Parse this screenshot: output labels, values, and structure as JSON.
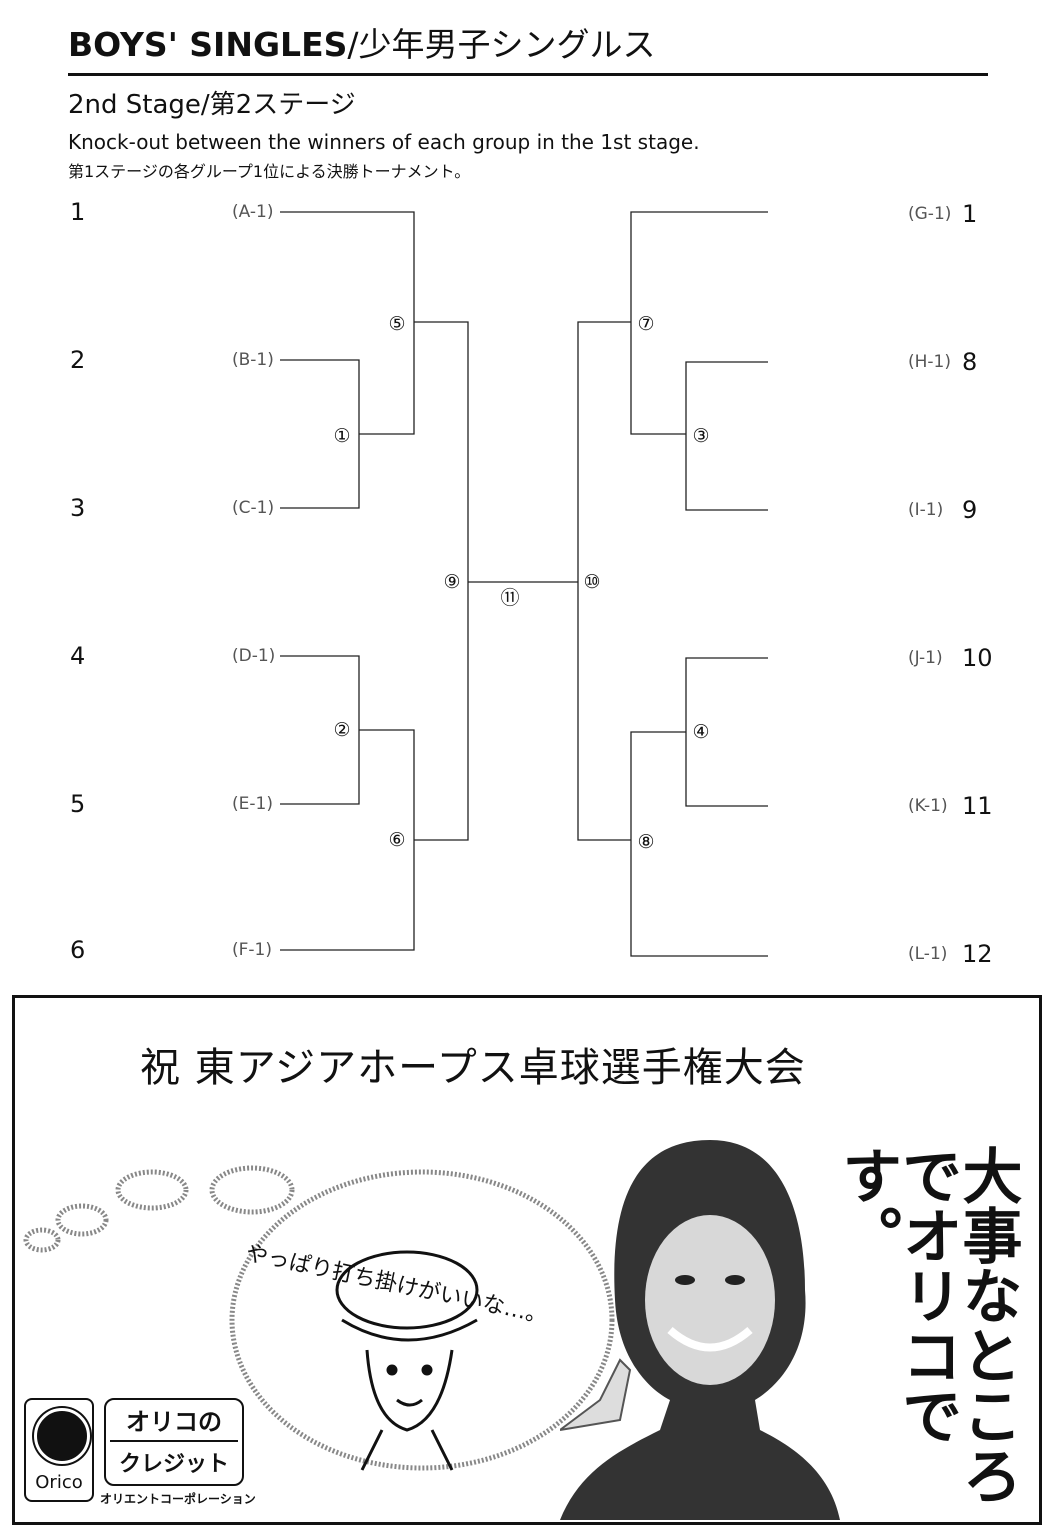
{
  "header": {
    "title_en": "BOYS' SINGLES",
    "title_jp": "/少年男子シングルス",
    "stage": "2nd Stage/第2ステージ",
    "description_en": "Knock-out between the winners of each group in the 1st stage.",
    "description_jp": "第1ステージの各グループ1位による決勝トーナメント。"
  },
  "bracket": {
    "left_entries": [
      {
        "seed": "1",
        "group": "(A-1)"
      },
      {
        "seed": "2",
        "group": "(B-1)"
      },
      {
        "seed": "3",
        "group": "(C-1)"
      },
      {
        "seed": "4",
        "group": "(D-1)"
      },
      {
        "seed": "5",
        "group": "(E-1)"
      },
      {
        "seed": "6",
        "group": "(F-1)"
      }
    ],
    "right_entries": [
      {
        "group": "(G-1)",
        "seed": "1"
      },
      {
        "group": "(H-1)",
        "seed": "8"
      },
      {
        "group": "(I-1)",
        "seed": "9"
      },
      {
        "group": "(J-1)",
        "seed": "10"
      },
      {
        "group": "(K-1)",
        "seed": "11"
      },
      {
        "group": "(L-1)",
        "seed": "12"
      }
    ],
    "matches": {
      "m1": "①",
      "m2": "②",
      "m3": "③",
      "m4": "④",
      "m5": "⑤",
      "m6": "⑥",
      "m7": "⑦",
      "m8": "⑧",
      "m9": "⑨",
      "m10": "⑩",
      "m11": "⑪"
    }
  },
  "ad": {
    "headline": "祝 東アジアホープス卓球選手権大会",
    "bubble_text": "やっぱり打ち掛けがいいな…。",
    "slogan": "大事なところでオリコです。",
    "logo_word": "Orico",
    "credit_line1": "オリコの",
    "credit_line2": "クレジット",
    "company": "オリエントコーポレーション"
  }
}
